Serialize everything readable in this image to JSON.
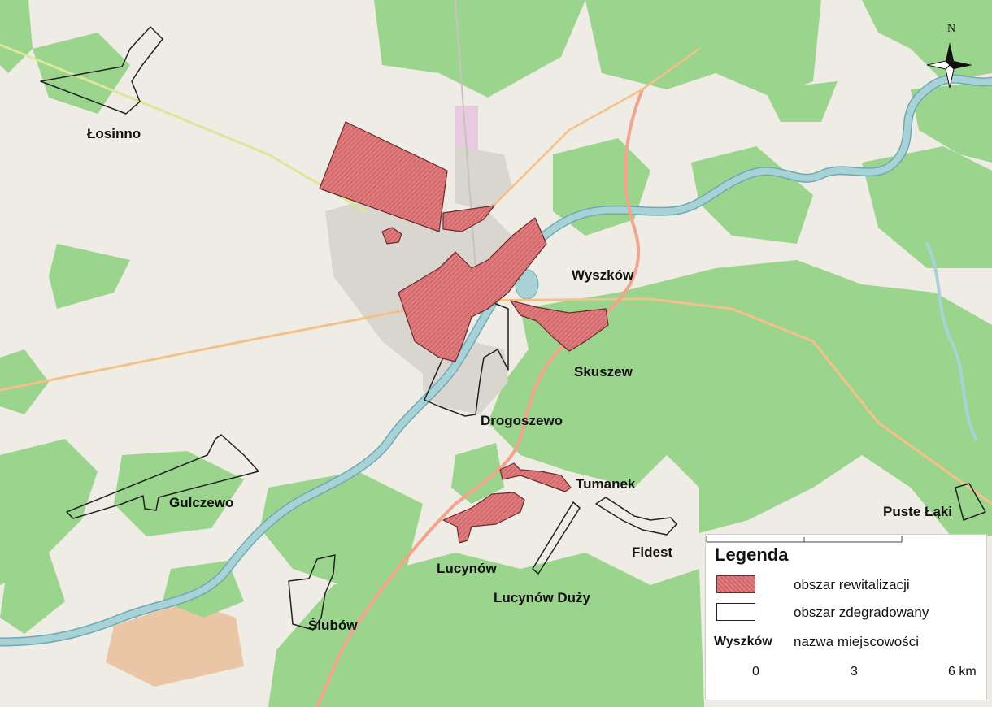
{
  "map": {
    "colors": {
      "land": "#eeece4",
      "forest": "#9bd48c",
      "river": "#a9d2d6",
      "river_edge": "#6aaab6",
      "urban": "#d9d6d0",
      "road_major": "#f0a58c",
      "road_secondary": "#f3c189",
      "revitalization_fill": "#e07a7d",
      "revitalization_edge": "#6b2a2c",
      "degraded_edge": "#222222",
      "farmland": "#e9bd96"
    },
    "places": {
      "losinno": "Łosinno",
      "wyszkow": "Wyszków",
      "skuszew": "Skuszew",
      "drogoszewo": "Drogoszewo",
      "gulczewo": "Gulczewo",
      "tumanek": "Tumanek",
      "puste_laki": "Puste Łąki",
      "fidest": "Fidest",
      "lucynow": "Lucynów",
      "lucynow_duzy": "Lucynów Duży",
      "slubow": "Ślubów"
    },
    "compass": {
      "north_label": "N"
    }
  },
  "legend": {
    "title": "Legenda",
    "items": [
      {
        "label": "obszar rewitalizacji"
      },
      {
        "label": "obszar zdegradowany"
      }
    ],
    "name_example": "Wyszków",
    "name_description": "nazwa miejscowości",
    "scale": {
      "ticks": [
        "0",
        "3",
        "6 km"
      ]
    }
  }
}
